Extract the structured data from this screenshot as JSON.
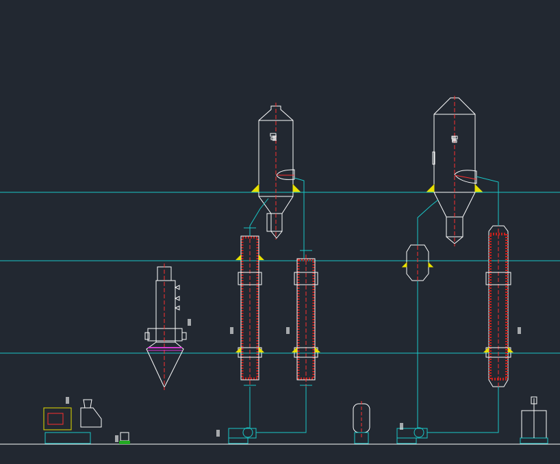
{
  "colors": {
    "background": "#222831",
    "line": "#ffffff",
    "pipe": "#19c9c9",
    "tube": "#c8201c",
    "center": "#ff3030",
    "support": "#e8e000",
    "magenta": "#d43cd4",
    "green": "#22aa22"
  },
  "levels": [
    "floor-1",
    "floor-2",
    "floor-3",
    "floor-4"
  ],
  "equipment": [
    {
      "id": "separator-1",
      "type": "separator"
    },
    {
      "id": "separator-2",
      "type": "separator"
    },
    {
      "id": "heater-1",
      "type": "heater"
    },
    {
      "id": "heater-2",
      "type": "heater"
    },
    {
      "id": "heater-3",
      "type": "heater"
    },
    {
      "id": "condenser",
      "type": "condenser"
    },
    {
      "id": "small-vessel",
      "type": "vessel"
    },
    {
      "id": "receiver-tank",
      "type": "tank"
    },
    {
      "id": "pump-1",
      "type": "pump"
    },
    {
      "id": "pump-2",
      "type": "pump"
    },
    {
      "id": "vacuum-pump",
      "type": "pump"
    },
    {
      "id": "mixing-tank",
      "type": "tank"
    },
    {
      "id": "small-tank",
      "type": "tank"
    }
  ]
}
